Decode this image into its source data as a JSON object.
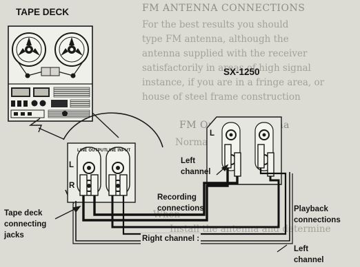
{
  "document": {
    "faded_text": {
      "heading": "FM ANTENNA CONNECTIONS",
      "lines": [
        "For the best results you should",
        "type FM antenna, although the",
        "antenna supplied with the receiver",
        "satisfactorily in areas of high signal",
        "instance, if you are in a fringe area, or",
        "house of steel frame construction"
      ],
      "subheading": "FM Outdoor Antenna",
      "lines2": [
        "Normally,",
        "",
        "When",
        "Install the antenna and determine"
      ]
    },
    "diagram": {
      "tape_deck_title": "TAPE DECK",
      "receiver_title": "SX-1250",
      "jack_line_output": "LINE OUTPUT",
      "jack_line_input": "LINE INPUT",
      "left_channel_top": [
        "Left",
        "channel"
      ],
      "recording_connections": [
        "Recording",
        "connections"
      ],
      "tape_deck_jacks": [
        "Tape deck",
        "connecting",
        "jacks"
      ],
      "playback_connections": [
        "Playback",
        "connections"
      ],
      "right_channel": "Right channel :",
      "left_channel_bottom": [
        "Left",
        "channel"
      ],
      "marker_l": "L",
      "marker_r": "R"
    }
  }
}
